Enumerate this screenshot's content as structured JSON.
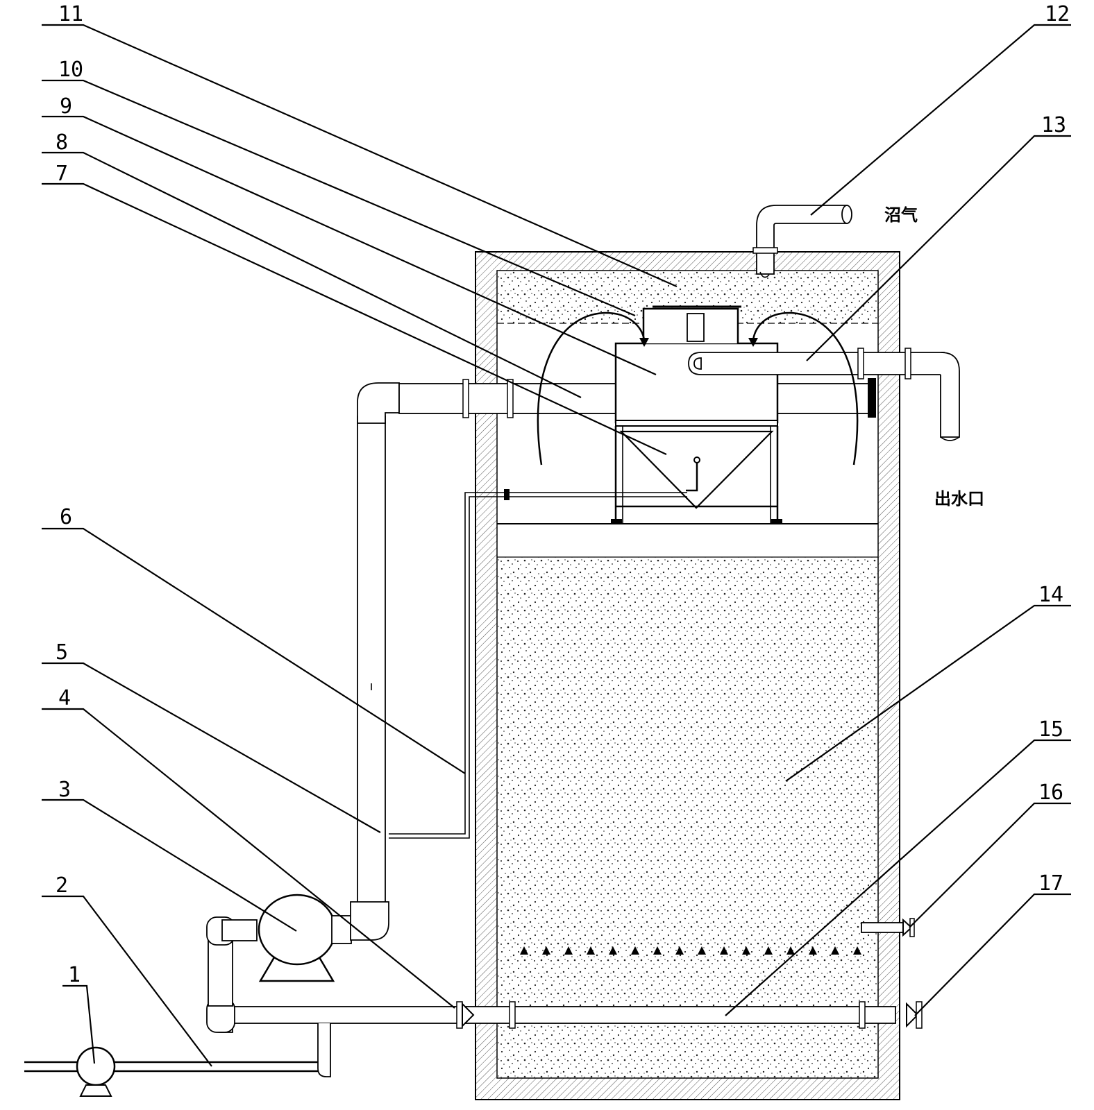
{
  "labels": {
    "n1": "1",
    "n2": "2",
    "n3": "3",
    "n4": "4",
    "n5": "5",
    "n6": "6",
    "n7": "7",
    "n8": "8",
    "n9": "9",
    "n10": "10",
    "n11": "11",
    "n12": "12",
    "n13": "13",
    "n14": "14",
    "n15": "15",
    "n16": "16",
    "n17": "17"
  },
  "annotations": {
    "biogas": "沼气",
    "outlet": "出水口"
  },
  "colors": {
    "line": "#000000",
    "background": "#ffffff",
    "hatch": "#555555"
  }
}
